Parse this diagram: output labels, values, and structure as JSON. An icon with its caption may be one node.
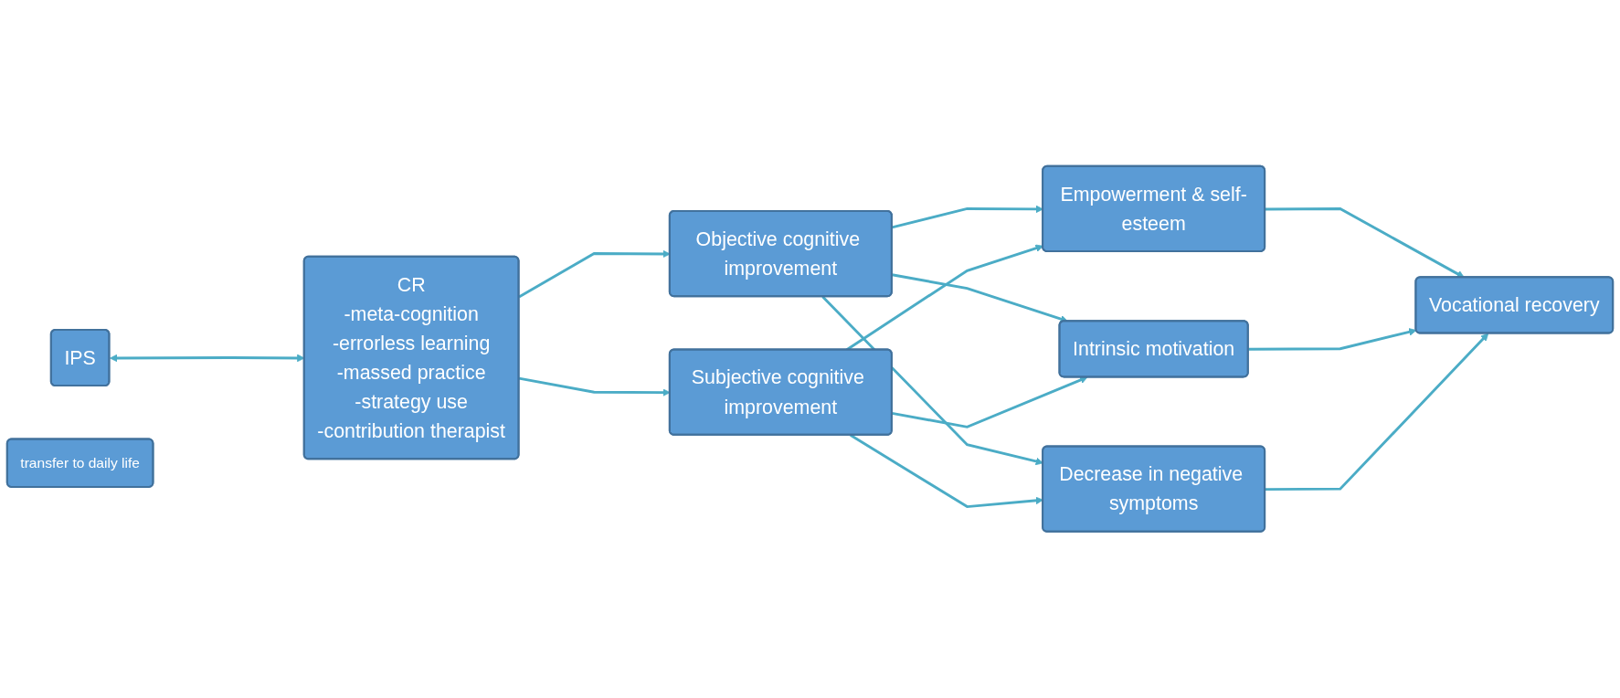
{
  "diagram": {
    "nodes": [
      {
        "text": [
          "IPS"
        ]
      },
      {
        "text": [
          "transfer to daily life"
        ]
      },
      {
        "text": [
          "CR",
          "-meta-cognition",
          "-errorless learning",
          "-massed practice",
          "-strategy use",
          "-contribution therapist"
        ]
      },
      {
        "text": [
          "Objective cognitive improvement"
        ]
      },
      {
        "text": [
          "Subjective cognitive improvement"
        ]
      },
      {
        "text": [
          "Empowerment & self-esteem"
        ]
      },
      {
        "text": [
          "Intrinsic motivation"
        ]
      },
      {
        "text": [
          "Decrease in negative symptoms"
        ]
      },
      {
        "text": [
          "Vocational recovery"
        ]
      }
    ],
    "edges": [
      {
        "from": 0,
        "to": 2,
        "arrow": "both"
      },
      {
        "from": 2,
        "to": 3,
        "arrow": "to"
      },
      {
        "from": 2,
        "to": 4,
        "arrow": "to"
      },
      {
        "from": 3,
        "to": 5,
        "arrow": "to"
      },
      {
        "from": 3,
        "to": 6,
        "arrow": "to"
      },
      {
        "from": 3,
        "to": 7,
        "arrow": "to"
      },
      {
        "from": 4,
        "to": 5,
        "arrow": "to"
      },
      {
        "from": 4,
        "to": 6,
        "arrow": "to"
      },
      {
        "from": 4,
        "to": 7,
        "arrow": "to"
      },
      {
        "from": 5,
        "to": 8,
        "arrow": "to"
      },
      {
        "from": 6,
        "to": 8,
        "arrow": "to"
      },
      {
        "from": 7,
        "to": 8,
        "arrow": "to"
      }
    ]
  }
}
